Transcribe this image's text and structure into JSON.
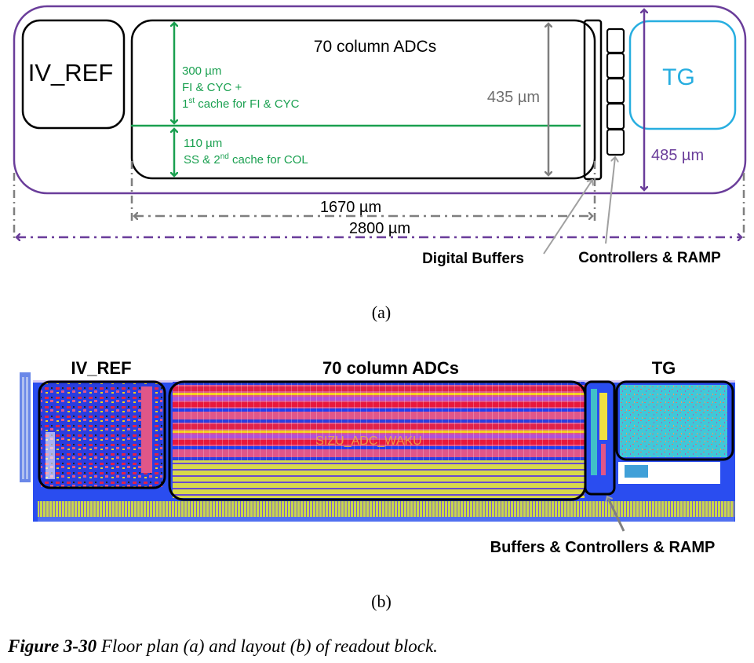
{
  "floor_plan": {
    "blocks": {
      "iv_ref": "IV_REF",
      "adc": "70 column ADCs",
      "tg": "TG"
    },
    "annotations": {
      "upper_height": "300 µm",
      "upper_desc_1": "FI & CYC +",
      "upper_desc_2_num": "1",
      "upper_desc_2_sup": "st",
      "upper_desc_2_rest": " cache for FI & CYC",
      "lower_height": "110 µm",
      "lower_desc_pre": "SS & 2",
      "lower_desc_sup": "nd",
      "lower_desc_rest": " cache for COL",
      "adc_height": "435 µm",
      "total_height": "485 µm",
      "adc_width": "1670 µm",
      "total_width": "2800 µm"
    },
    "callouts": {
      "digital_buffers": "Digital Buffers",
      "controllers_ramp": "Controllers & RAMP"
    },
    "controller_cells": 5,
    "sublabel": "(a)"
  },
  "layout": {
    "labels": {
      "iv_ref": "IV_REF",
      "adc": "70 column ADCs",
      "tg": "TG",
      "cell_name": "SIZU_ADC_WAKU"
    },
    "callout": "Buffers & Controllers & RAMP",
    "sublabel": "(b)"
  },
  "caption": {
    "figure_label": "Figure 3-30",
    "text_1": " Floor plan ",
    "text_a": "(a)",
    "text_2": " and layout ",
    "text_b": "(b)",
    "text_3": " of readout block."
  },
  "colors": {
    "purple": "#6a3d9a",
    "green": "#1aa050",
    "gray": "#7f7f7f",
    "cyan": "#27aee0",
    "black": "#000000"
  }
}
